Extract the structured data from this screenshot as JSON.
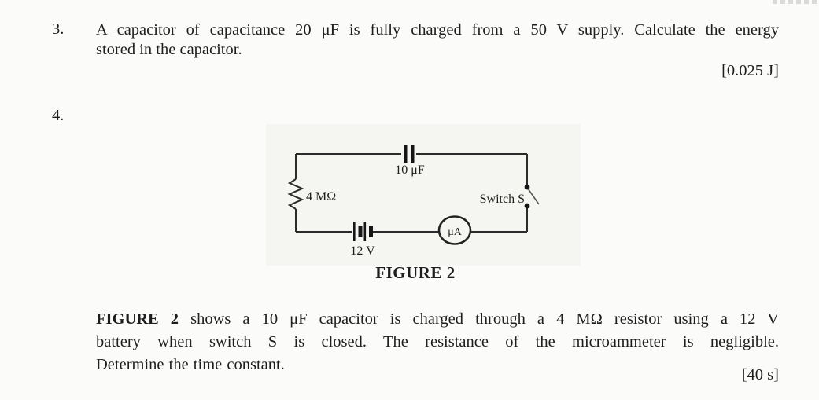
{
  "page": {
    "background": "#fbfbfa",
    "ink": "#1e1e1e"
  },
  "question3": {
    "number": "3.",
    "line1": "A capacitor of capacitance 20 μF is fully charged from a 50 V supply. Calculate the energy",
    "line2": "stored in the capacitor.",
    "answer": "[0.025 J]"
  },
  "question4": {
    "number": "4.",
    "figure": {
      "caption": "FIGURE 2",
      "capacitor_label": "10 μF",
      "resistor_label": "4 MΩ",
      "battery_label": "12 V",
      "ammeter_label": "μA",
      "switch_label": "Switch S"
    },
    "paragraph": {
      "bold_lead": "FIGURE 2",
      "line1_rest": " shows a 10 μF capacitor is charged through a 4 MΩ resistor using a 12 V",
      "line2": "battery when switch S is closed. The resistance of the microammeter is negligible.",
      "line3": "Determine the time constant."
    },
    "answer": "[40 s]"
  }
}
